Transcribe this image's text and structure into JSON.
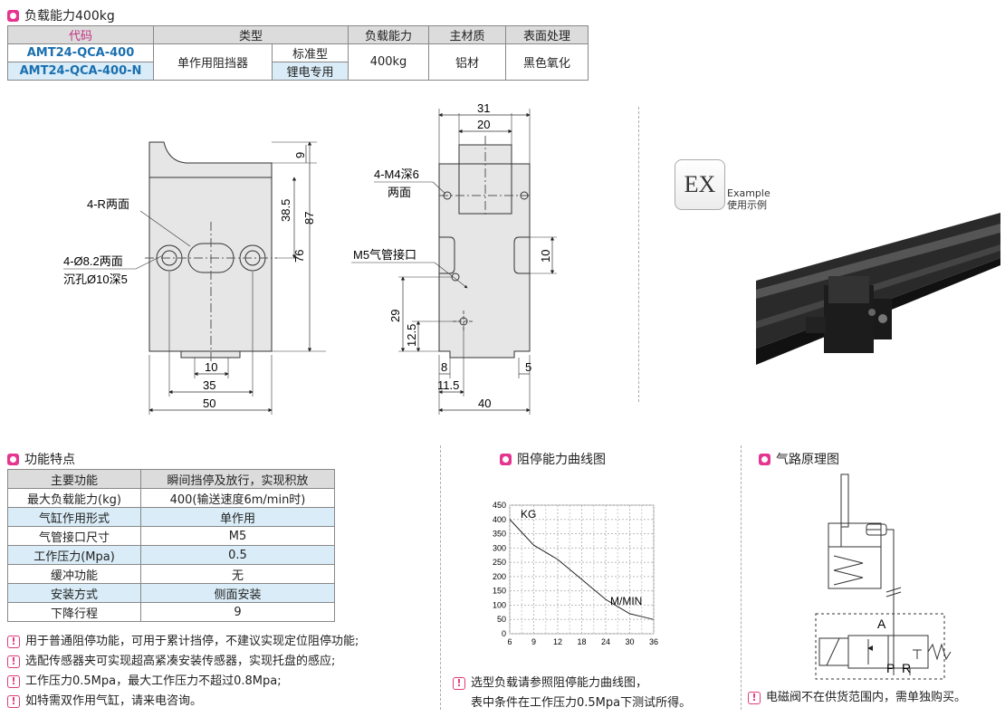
{
  "header": {
    "title": "负载能力400kg"
  },
  "spec_table": {
    "headers": [
      "代码",
      "类型",
      "负载能力",
      "主材质",
      "表面处理"
    ],
    "codes": [
      "AMT24-QCA-400",
      "AMT24-QCA-400-N"
    ],
    "type_main": "单作用阻挡器",
    "type_sub": [
      "标准型",
      "锂电专用"
    ],
    "load": "400kg",
    "material": "铝材",
    "surface": "黑色氧化"
  },
  "drawing": {
    "front": {
      "label_r": "4-R两面",
      "label_hole1": "4-Ø8.2两面",
      "label_hole2": "沉孔Ø10深5",
      "dims": {
        "d9": "9",
        "d38_5": "38.5",
        "d76": "76",
        "d87": "87",
        "d10": "10",
        "d35": "35",
        "d50": "50"
      }
    },
    "side": {
      "label_m4a": "4-M4深6",
      "label_m4b": "两面",
      "label_m5": "M5气管接口",
      "dims": {
        "d31": "31",
        "d20": "20",
        "d10": "10",
        "d29": "29",
        "d12_5": "12.5",
        "d8": "8",
        "d11_5": "11.5",
        "d5": "5",
        "d40": "40"
      }
    },
    "example": {
      "ex": "EX",
      "en": "Example",
      "cn": "使用示例"
    }
  },
  "features": {
    "title": "功能特点",
    "rows": [
      [
        "主要功能",
        "瞬间挡停及放行，实现积放"
      ],
      [
        "最大负载能力(kg)",
        "400(输送速度6m/min时)"
      ],
      [
        "气缸作用形式",
        "单作用"
      ],
      [
        "气管接口尺寸",
        "M5"
      ],
      [
        "工作压力(Mpa)",
        "0.5"
      ],
      [
        "缓冲功能",
        "无"
      ],
      [
        "安装方式",
        "侧面安装"
      ],
      [
        "下降行程",
        "9"
      ]
    ],
    "notes": [
      "用于普通阻停功能，可用于累计挡停，不建议实现定位阻停功能;",
      "选配传感器夹可实现超高紧凑安装传感器，实现托盘的感应;",
      "工作压力0.5Mpa，最大工作压力不超过0.8Mpa;",
      "如特需双作用气缸，请来电咨询。"
    ]
  },
  "curve": {
    "title": "阻停能力曲线图",
    "note1": "选型负载请参照阻停能力曲线图，",
    "note2": "表中条件在工作压力0.5Mpa下测试所得。"
  },
  "chart_data": {
    "type": "line",
    "title": "",
    "xlabel": "M/MIN",
    "ylabel": "KG",
    "x_ticks": [
      6,
      9,
      12,
      18,
      24,
      30,
      36
    ],
    "y_ticks": [
      0,
      50,
      100,
      150,
      200,
      250,
      300,
      350,
      400,
      450
    ],
    "xlim": [
      6,
      36
    ],
    "ylim": [
      0,
      450
    ],
    "grid": true,
    "series": [
      {
        "x": [
          6,
          9,
          12,
          18,
          24,
          30,
          36
        ],
        "values": [
          400,
          310,
          260,
          190,
          120,
          70,
          50
        ]
      }
    ]
  },
  "pneumatic": {
    "title": "气路原理图",
    "port_a": "A",
    "port_p": "P",
    "port_r": "R",
    "note": "电磁阀不在供货范围内，需单独购买。"
  },
  "colors": {
    "accent": "#e6358f",
    "code_blue": "#1a6fb0",
    "row_blue": "#d9ecf7",
    "header_gray": "#dcdcdc"
  }
}
